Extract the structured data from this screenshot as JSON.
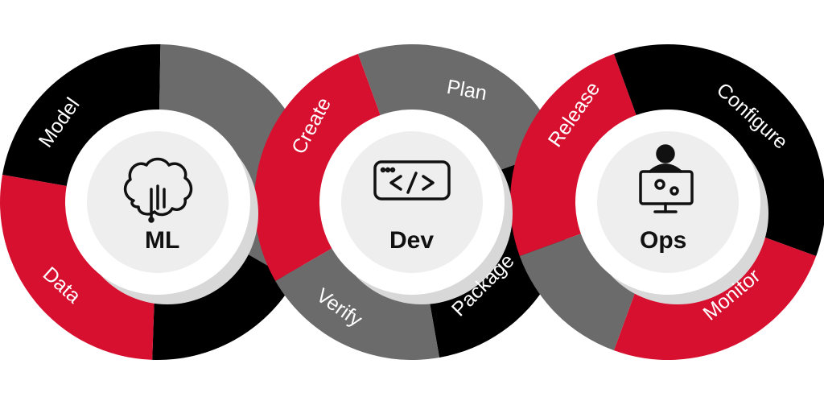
{
  "colors": {
    "red": "#d7102f",
    "black": "#000000",
    "gray": "#6b6b6b",
    "hub": "#eeeeee"
  },
  "cycles": [
    {
      "title": "ML",
      "icon": "brain-circuit-icon",
      "segments": [
        {
          "label": "Model",
          "color": "black"
        },
        {
          "label": "",
          "color": "gray"
        },
        {
          "label": "",
          "color": "black"
        },
        {
          "label": "Data",
          "color": "red"
        }
      ]
    },
    {
      "title": "Dev",
      "icon": "code-window-icon",
      "segments": [
        {
          "label": "Create",
          "color": "red"
        },
        {
          "label": "Plan",
          "color": "gray"
        },
        {
          "label": "Package",
          "color": "black"
        },
        {
          "label": "Verify",
          "color": "gray"
        }
      ]
    },
    {
      "title": "Ops",
      "icon": "operator-monitor-icon",
      "segments": [
        {
          "label": "Release",
          "color": "red"
        },
        {
          "label": "Configure",
          "color": "black"
        },
        {
          "label": "Monitor",
          "color": "red"
        },
        {
          "label": "",
          "color": "gray"
        }
      ]
    }
  ]
}
